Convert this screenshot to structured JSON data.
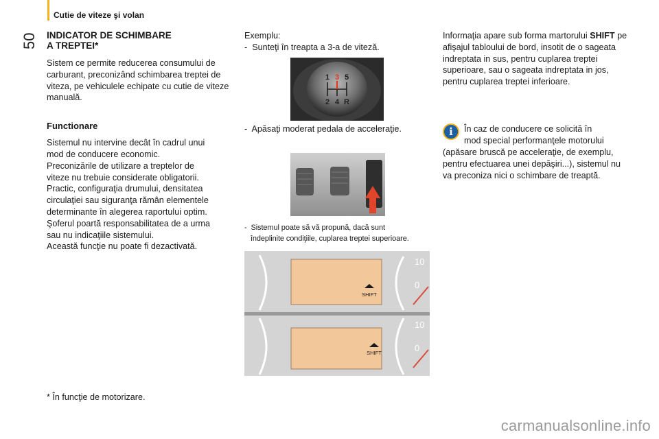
{
  "header": {
    "title": "Cutie de viteze şi volan",
    "page_number": "50"
  },
  "section": {
    "title_line1": "INDICATOR DE SCHIMBARE",
    "title_line2": "A TREPTEI*",
    "intro": "Sistem ce permite reducerea consumului de carburant, preconizând schimbarea treptei de viteza, pe vehiculele echipate cu cutie de viteze manuală.",
    "functionare_title": "Functionare",
    "functionare_lines": [
      "Sistemul nu intervine decât în cadrul unui",
      "mod de conducere economic.",
      "Preconizările de utilizare a treptelor de",
      "viteze nu trebuie considerate obligatorii.",
      "Practic, configuraţia drumului, densitatea",
      "circulaţiei sau siguranţa rămân elementele",
      "determinante în alegerea raportului optim.",
      "Şoferul poartă responsabilitatea de a urma",
      "sau nu indicaţiile sistemului.",
      "Această funcţie nu poate fi dezactivată."
    ],
    "footnote": "* În funcţie de motorizare."
  },
  "example": {
    "label": "Exemplu:",
    "step1": "-  Sunteţi în treapta a 3-a de viteză.",
    "step2": "-  Apăsaţi moderat pedala de acceleraţie.",
    "step3_line1": "-  Sistemul poate să vă propună, dacă sunt",
    "step3_line2": "   îndeplinite condiţiile, cuplarea treptei superioare.",
    "gear_digits_top": [
      "1",
      "3",
      "5"
    ],
    "gear_digits_bottom": [
      "2",
      "4",
      "R"
    ],
    "shift_label_top": "SHIFT",
    "shift_label_bottom": "SHIFT",
    "gauge_hi": "10",
    "gauge_lo": "0"
  },
  "right": {
    "para_prefix": "Informaţia apare sub forma martorului ",
    "para_bold": "SHIFT",
    "para_rest": "pe afişajul tabloului de bord, insotit de o sageata indreptata in sus, pentru cuplarea treptei superioare, sau o sageata indreptata in jos, pentru cuplarea treptei inferioare.",
    "info_icon_glyph": "i",
    "note_line1": "În caz de conducere ce solicită în",
    "note_line2": "mod special performanţele motorului",
    "note_rest": "(apăsare bruscă pe acceleraţie, de exemplu, pentru efectuarea unei depăşiri...), sistemul nu va preconiza nici o schimbare de treaptă."
  },
  "watermark": "carmanualsonline.info",
  "colors": {
    "accent": "#f3b21a",
    "info_blue": "#1d5fa3",
    "arrow_red": "#e0442a",
    "lcd": "#f2c79a"
  }
}
